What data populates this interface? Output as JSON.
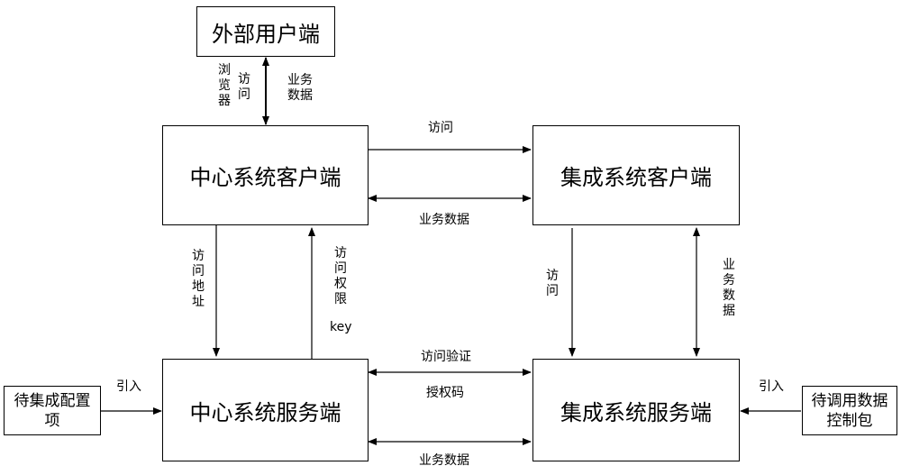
{
  "boxes": {
    "external_user": "外部用户端",
    "center_client": "中心系统客户端",
    "integration_client": "集成系统客户端",
    "center_server": "中心系统服务端",
    "integration_server": "集成系统服务端",
    "pending_config": "待集成配置项",
    "call_package": "待调用数据控制包"
  },
  "labels": {
    "browser": "浏览器",
    "access_top": "访问",
    "business_data_top": "业务数据",
    "access_h": "访问",
    "business_data_mid": "业务数据",
    "access_address": "访问地址",
    "access_key_cn": "访问权限",
    "access_key_en": "key",
    "access_integration": "访问",
    "business_data_right": "业务数据",
    "access_verify": "访问验证",
    "auth_code": "授权码",
    "business_data_bottom": "业务数据",
    "import_left": "引入",
    "import_right": "引入"
  }
}
